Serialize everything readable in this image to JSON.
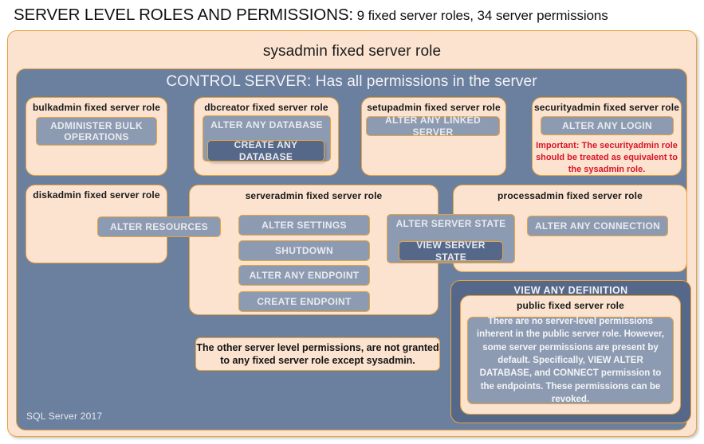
{
  "title": {
    "main": "SERVER LEVEL ROLES AND PERMISSIONS:",
    "sub": " 9 fixed server roles, 34 server permissions"
  },
  "sysadmin": {
    "label": "sysadmin fixed server role"
  },
  "control_server": {
    "label": "CONTROL SERVER: Has all permissions in the server"
  },
  "roles": {
    "bulkadmin": {
      "title": "bulkadmin fixed server role",
      "permission": "ADMINISTER  BULK OPERATIONS"
    },
    "dbcreator": {
      "title": "dbcreator fixed server role",
      "permission_outer": "ALTER ANY DATABASE",
      "permission_inner": "CREATE  ANY DATABASE"
    },
    "setupadmin": {
      "title": "setupadmin fixed server role",
      "permission": "ALTER ANY LINKED SERVER"
    },
    "securityadmin": {
      "title": "securityadmin fixed server role",
      "permission": "ALTER ANY LOGIN",
      "warning": "Important:  The securityadmin role should  be treated as equivalent to the  sysadmin role."
    },
    "diskadmin": {
      "title": "diskadmin fixed server role",
      "permission": "ALTER RESOURCES"
    },
    "serveradmin": {
      "title": "serveradmin fixed server role",
      "permissions": [
        "ALTER SETTINGS",
        "SHUTDOWN",
        "ALTER ANY ENDPOINT",
        "CREATE  ENDPOINT"
      ],
      "shared_permission_outer": "ALTER SERVER  STATE",
      "shared_permission_inner": "VIEW SERVER  STATE"
    },
    "processadmin": {
      "title": "processadmin fixed server role",
      "permission": "ALTER ANY CONNECTION"
    },
    "public": {
      "view_any_definition": "VIEW ANY DEFINITION",
      "title": "public  fixed server role",
      "body": "There are no server-level permissions inherent in the public server role. However, some server permissions are present by default. Specifically, VIEW ALTER DATABASE, and CONNECT permission to the endpoints. These permissions can be revoked."
    }
  },
  "notes": {
    "other_permissions": "The other server level permissions,  are not granted to any fixed server role except sysadmin."
  },
  "footer": {
    "label": "SQL Server 2017"
  },
  "colors": {
    "peach": "#fbe3d0",
    "slate": "#6b7f9e",
    "dark_slate": "#55688a",
    "chip": "#8d9bb2",
    "border_gold": "#e8a33d",
    "warning_red": "#d8152a",
    "white_background": "#ffffff"
  }
}
